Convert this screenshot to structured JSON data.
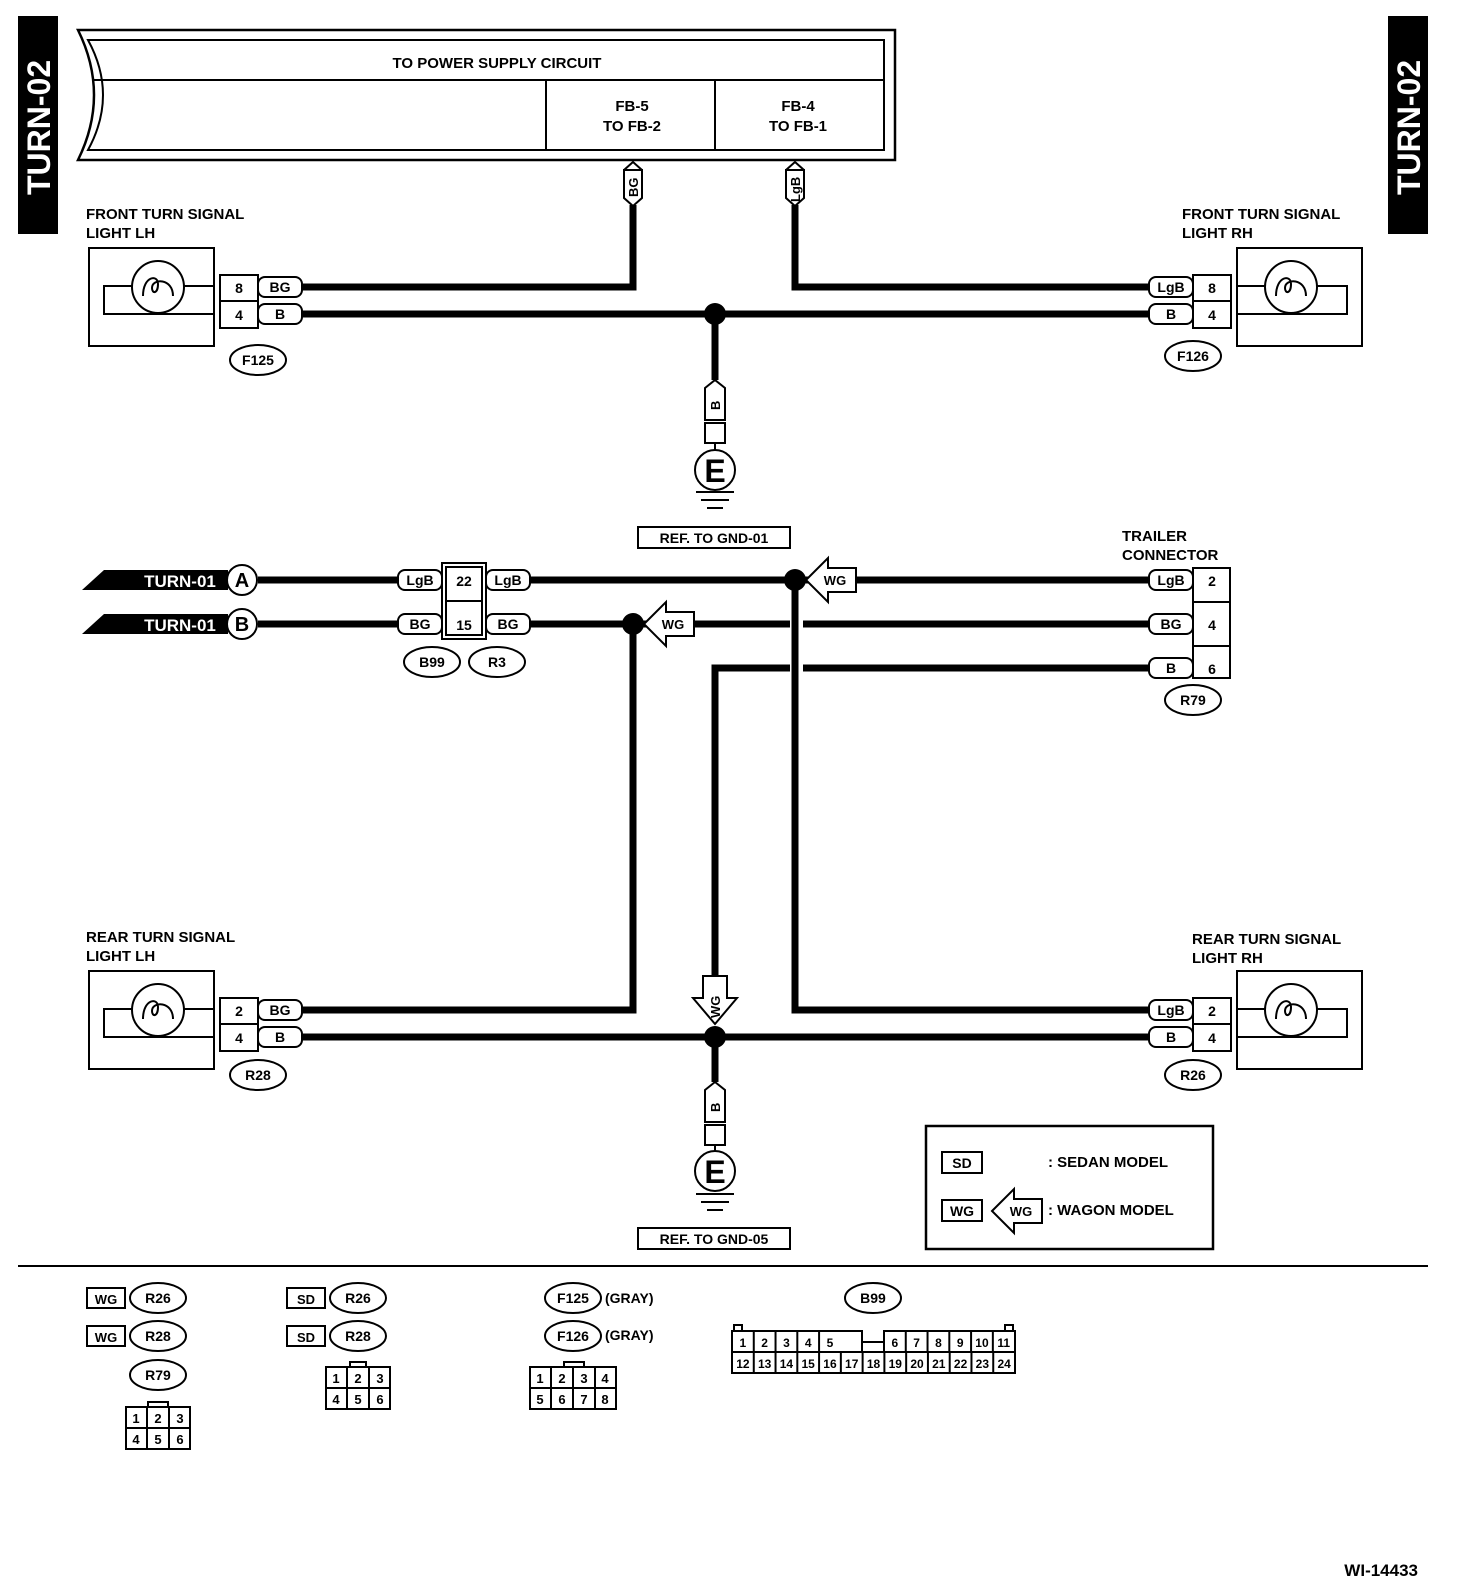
{
  "page_tag": "TURN-02",
  "power_supply": {
    "title": "TO POWER SUPPLY CIRCUIT",
    "fuse_left_line1": "FB-5",
    "fuse_left_line2": "TO FB-2",
    "fuse_right_line1": "FB-4",
    "fuse_right_line2": "TO FB-1"
  },
  "front_lh": {
    "label1": "FRONT TURN SIGNAL",
    "label2": "LIGHT LH",
    "connector": "F125",
    "pin_top": "8",
    "pin_bottom": "4",
    "wire_top": "BG",
    "wire_bottom": "B"
  },
  "front_rh": {
    "label1": "FRONT TURN SIGNAL",
    "label2": "LIGHT RH",
    "connector": "F126",
    "pin_top": "8",
    "pin_bottom": "4",
    "wire_top": "LgB",
    "wire_bottom": "B"
  },
  "rear_lh": {
    "label1": "REAR TURN SIGNAL",
    "label2": "LIGHT LH",
    "connector": "R28",
    "pin_top": "2",
    "pin_bottom": "4",
    "wire_top": "BG",
    "wire_bottom": "B"
  },
  "rear_rh": {
    "label1": "REAR TURN SIGNAL",
    "label2": "LIGHT RH",
    "connector": "R26",
    "pin_top": "2",
    "pin_bottom": "4",
    "wire_top": "LgB",
    "wire_bottom": "B"
  },
  "wires": {
    "bg": "BG",
    "lgb": "LgB",
    "b": "B",
    "wg": "WG"
  },
  "grounds": {
    "front": {
      "symbol": "E",
      "ref": "REF. TO GND-01"
    },
    "rear": {
      "symbol": "E",
      "ref": "REF. TO GND-05"
    }
  },
  "turn01": {
    "label": "TURN-01",
    "a": "A",
    "b": "B"
  },
  "joint": {
    "pin_a": "22",
    "pin_b": "15",
    "conn_left": "B99",
    "conn_right": "R3"
  },
  "trailer": {
    "label1": "TRAILER",
    "label2": "CONNECTOR",
    "connector": "R79",
    "pins": [
      "2",
      "4",
      "6"
    ]
  },
  "legend": {
    "sd": "SD",
    "sd_text": ": SEDAN MODEL",
    "wg": "WG",
    "wg_text": ": WAGON MODEL"
  },
  "connector_views": {
    "r26_wg": "R26",
    "r28_wg": "R28",
    "r79": "R79",
    "r26_sd": "R26",
    "r28_sd": "R28",
    "f125": "F125",
    "f126": "F126",
    "gray": "(GRAY)",
    "b99": "B99",
    "grid6": [
      "1",
      "2",
      "3",
      "4",
      "5",
      "6"
    ],
    "grid8": [
      "1",
      "2",
      "3",
      "4",
      "5",
      "6",
      "7",
      "8"
    ],
    "b99_row1": [
      "1",
      "2",
      "3",
      "4",
      "5",
      "6",
      "7",
      "8",
      "9",
      "10",
      "11"
    ],
    "b99_row2": [
      "12",
      "13",
      "14",
      "15",
      "16",
      "17",
      "18",
      "19",
      "20",
      "21",
      "22",
      "23",
      "24"
    ]
  },
  "figure_id": "WI-14433"
}
